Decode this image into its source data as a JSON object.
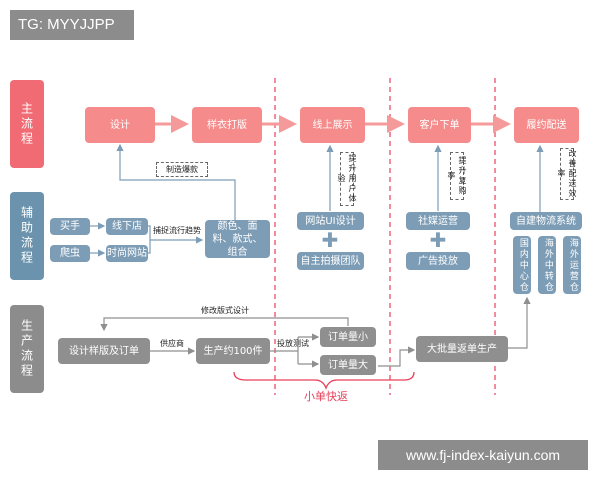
{
  "watermark": {
    "tag": "TG: MYYJJPP",
    "url": "www.fj-index-kaiyun.com"
  },
  "lanes": {
    "main": "主流程",
    "aux": "辅助流程",
    "prod": "生产流程"
  },
  "main_flow": [
    "设计",
    "样衣打版",
    "线上展示",
    "客户下单",
    "履约配送"
  ],
  "aux": {
    "channels": [
      "买手",
      "爬虫"
    ],
    "sources": [
      "线下店",
      "时尚网站"
    ],
    "trend_label": "捕捉流行趋势",
    "elements": "颜色、面料、款式、组合",
    "make_label": "制造爆款",
    "display_boxes": [
      "网站UI设计",
      "自主拍摄团队"
    ],
    "display_label": "提升用户体验",
    "order_boxes": [
      "社媒运营",
      "广告投放"
    ],
    "order_label": "提升复购率",
    "logistics": "自建物流系统",
    "logistics_label": "改善配送效率",
    "warehouses": [
      "国内中心仓",
      "海外中转仓",
      "海外运营仓"
    ]
  },
  "production": {
    "sample": "设计样版及订单",
    "supplier_label": "供应商",
    "produce": "生产约100件",
    "test_label": "投放测试",
    "small": "订单量小",
    "large": "订单量大",
    "bulk": "大批量返单生产",
    "revise_label": "修改版式设计",
    "quick_label": "小单快返"
  },
  "colors": {
    "main": "#f06b74",
    "aux": "#6b93ad",
    "prod": "#8c8c8c",
    "arrow": "#f49a9a",
    "divider": "#e8405a"
  }
}
